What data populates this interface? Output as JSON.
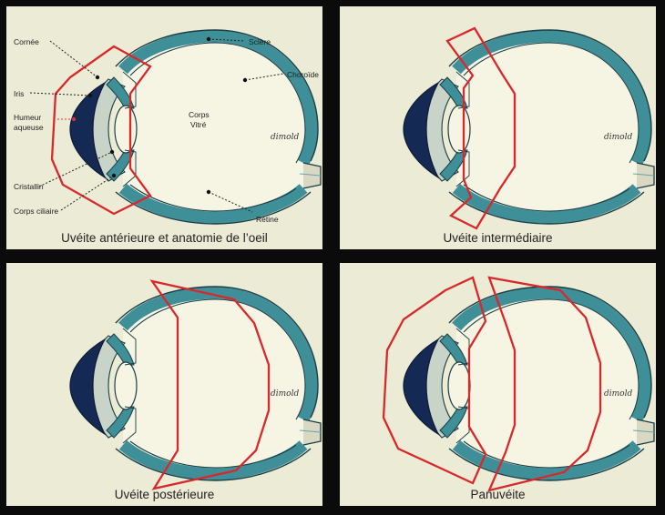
{
  "panels": [
    {
      "caption": "Uvéite antérieure et anatomie de l’oeil",
      "labels": {
        "cornee": "Cornée",
        "iris": "Iris",
        "humeur_line1": "Humeur",
        "humeur_line2": "aqueuse",
        "cristallin": "Cristallin",
        "corps_ciliaire": "Corps ciliaire",
        "sclere": "Sclère",
        "choroide": "Choroïde",
        "corps_vitre_line1": "Corps",
        "corps_vitre_line2": "Vitré",
        "retine": "Rétine"
      }
    },
    {
      "caption": "Uvéite intermédiaire"
    },
    {
      "caption": "Uvéite postérieure"
    },
    {
      "caption": "Panuvéite"
    }
  ],
  "signature": "dimold",
  "colors": {
    "paper": "#ecebd6",
    "eye_wall": "#3f8f98",
    "eye_outline": "#1b3d44",
    "iris_dark": "#142a54",
    "cornea_fill": "#c9d4c9",
    "highlight": "#d8282b",
    "pointer": "#222222",
    "humeur_pointer": "#cc3344"
  }
}
